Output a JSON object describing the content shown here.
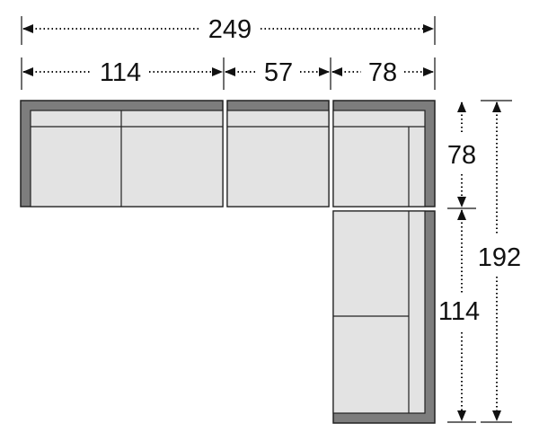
{
  "dimensions": {
    "overall_width": "249",
    "left_module_width": "114",
    "middle_module_width": "57",
    "corner_module_width": "78",
    "corner_module_depth": "78",
    "overall_depth": "192",
    "chaise_module_length": "114"
  },
  "colors": {
    "frame": "#7d7d7d",
    "cushion": "#e3e3e3",
    "outline": "#222222",
    "dimension_line": "#111111"
  }
}
